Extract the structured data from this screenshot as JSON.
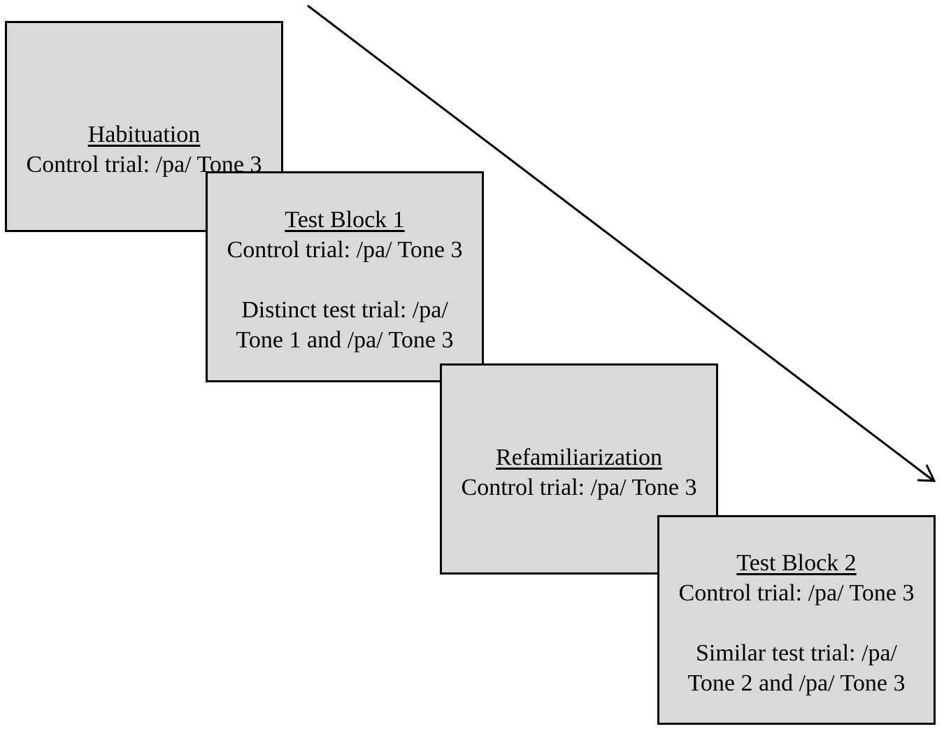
{
  "steps": [
    {
      "title": "Habituation",
      "lines": [
        "Control trial: /pa/ Tone 3"
      ]
    },
    {
      "title": "Test Block 1",
      "lines": [
        "Control trial: /pa/ Tone 3"
      ],
      "extra_lines": [
        "Distinct test trial: /pa/",
        "Tone 1 and /pa/ Tone 3"
      ]
    },
    {
      "title": "Refamiliarization",
      "lines": [
        "Control trial: /pa/ Tone 3"
      ]
    },
    {
      "title": "Test Block 2",
      "lines": [
        "Control trial: /pa/ Tone 3"
      ],
      "extra_lines": [
        "Similar test trial: /pa/",
        "Tone 2 and /pa/ Tone 3"
      ]
    }
  ],
  "colors": {
    "box_fill": "#d9d9d9",
    "stroke": "#000000",
    "background": "#ffffff"
  }
}
